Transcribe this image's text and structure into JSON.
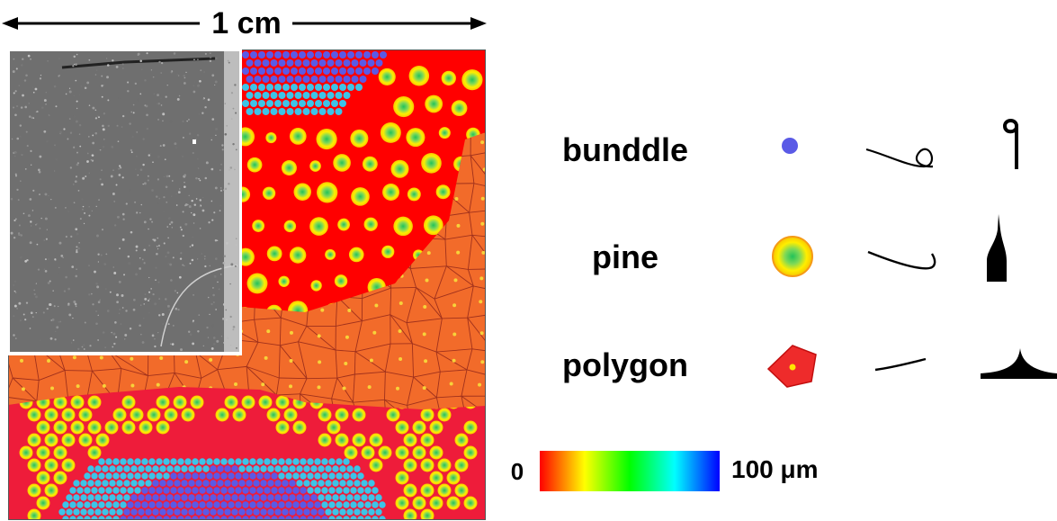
{
  "scale_bar": {
    "label": "1 cm"
  },
  "legend": {
    "rows": [
      {
        "label": "bunddle",
        "symbol": "blue-dot-icon",
        "curve": "loop-curve-icon",
        "profile": "hook-profile-icon"
      },
      {
        "label": "pine",
        "symbol": "yellow-green-circle-icon",
        "curve": "hook-curve-icon",
        "profile": "spike-profile-icon"
      },
      {
        "label": "polygon",
        "symbol": "red-pentagon-icon",
        "curve": "shallow-curve-icon",
        "profile": "dome-profile-icon"
      }
    ]
  },
  "colorbar": {
    "min_label": "0",
    "max_label": "100 μm",
    "colors": [
      "#ff0000",
      "#ffff00",
      "#00ff00",
      "#00ffff",
      "#0000ff"
    ]
  },
  "colors": {
    "red": "#ff0000",
    "orange": "#f26b2a",
    "crimson": "#ee1c3a",
    "polygon_edge": "#a0311c",
    "bundle_blue": "#5a5ae6",
    "bundle_cyan": "#3cc4e8"
  }
}
